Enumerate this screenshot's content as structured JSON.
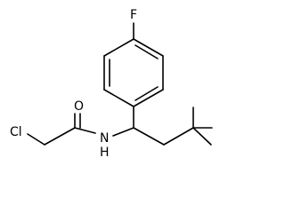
{
  "molecule": {
    "atoms": {
      "fluorine": "F",
      "oxygen": "O",
      "chlorine": "Cl",
      "nitrogen": "N",
      "hydrogen": "H"
    },
    "colors": {
      "bond": "#000000",
      "label": "#000000",
      "background": "#ffffff"
    }
  }
}
